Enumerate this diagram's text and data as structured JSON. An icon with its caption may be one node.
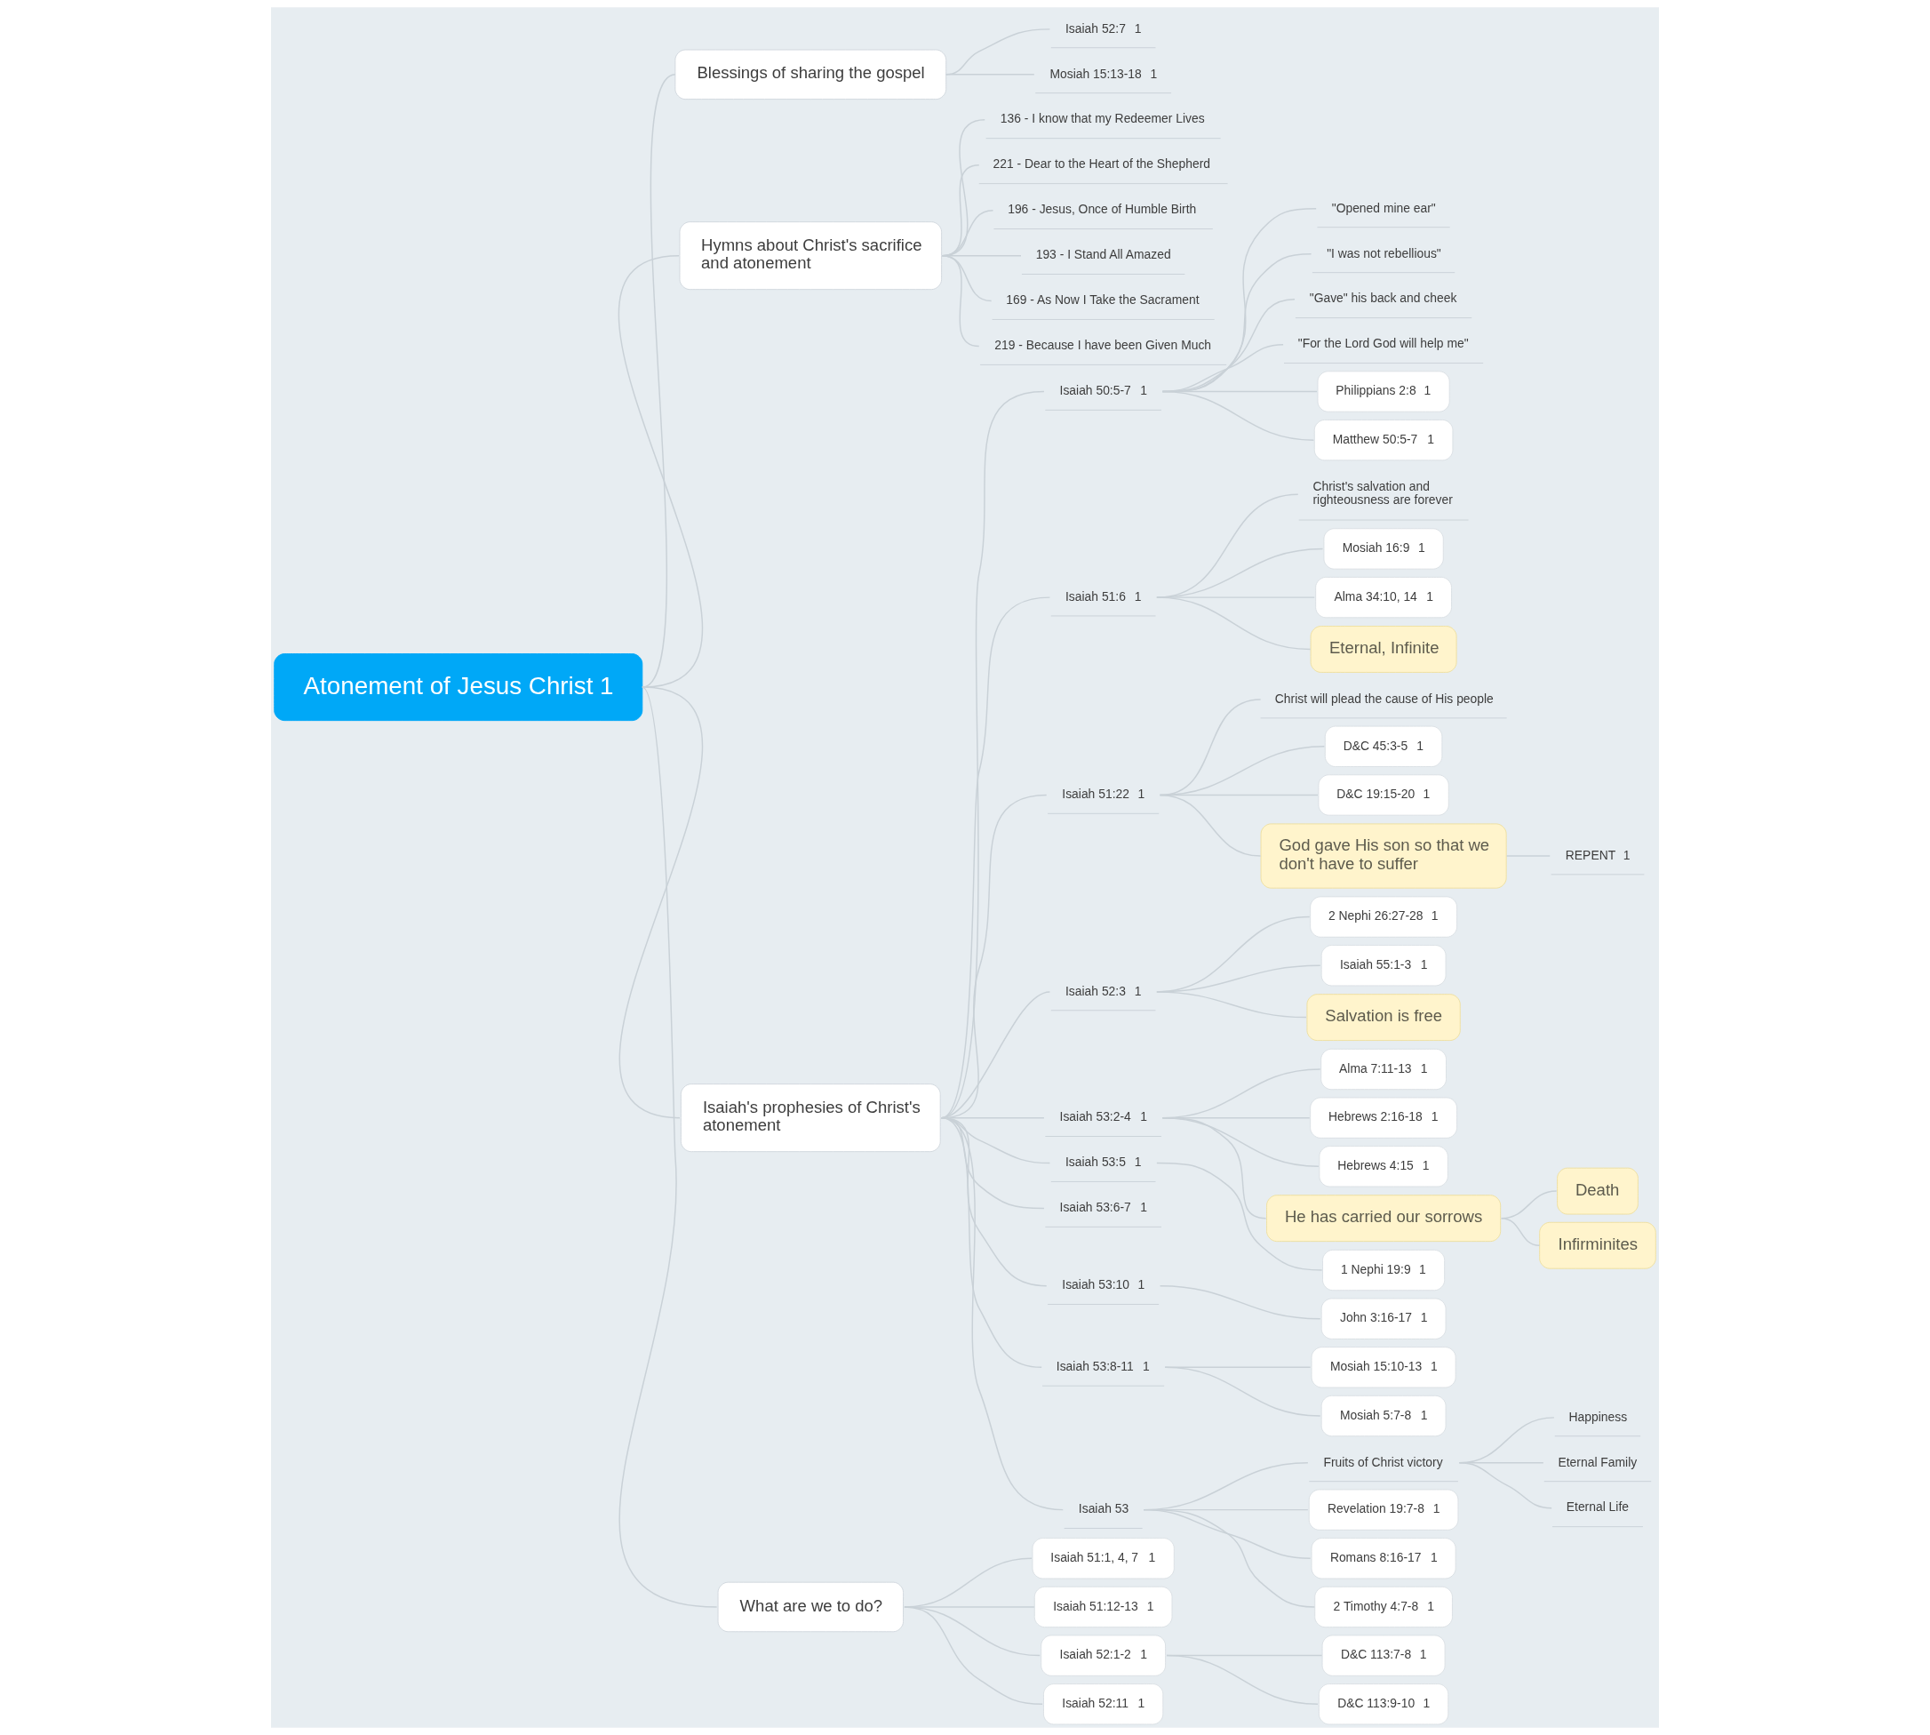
{
  "diagram": {
    "nodes": [
      {
        "text": [
          "Atonement of Jesus Christ",
          "1"
        ]
      },
      {
        "text": [
          "Blessings of sharing the gospel"
        ]
      },
      {
        "text": [
          "Isaiah 52:7",
          "1"
        ]
      },
      {
        "text": [
          "Mosiah 15:13-18",
          "1"
        ]
      },
      {
        "text": [
          "Hymns about Christ's sacrifice and atonement"
        ]
      },
      {
        "text": [
          "136 - I know that my Redeemer Lives"
        ]
      },
      {
        "text": [
          "221 - Dear to the Heart of the Shepherd"
        ]
      },
      {
        "text": [
          "196 - Jesus, Once of Humble Birth"
        ]
      },
      {
        "text": [
          "193 - I Stand All Amazed"
        ]
      },
      {
        "text": [
          "169 - As Now I Take the Sacrament"
        ]
      },
      {
        "text": [
          "219 - Because I have been Given Much"
        ]
      },
      {
        "text": [
          "Isaiah's prophesies of Christ's atonement"
        ]
      },
      {
        "text": [
          "Isaiah 50:5-7",
          "1"
        ]
      },
      {
        "text": [
          "\"Opened mine ear\""
        ]
      },
      {
        "text": [
          "\"I was not rebellious\""
        ]
      },
      {
        "text": [
          "\"Gave\" his back and cheek"
        ]
      },
      {
        "text": [
          "\"For the Lord God will help me\""
        ]
      },
      {
        "text": [
          "Philippians 2:8",
          "1"
        ]
      },
      {
        "text": [
          "Matthew 50:5-7",
          "1"
        ]
      },
      {
        "text": [
          "Isaiah 51:6",
          "1"
        ]
      },
      {
        "text": [
          "Christ's salvation and righteousness are forever"
        ]
      },
      {
        "text": [
          "Mosiah 16:9",
          "1"
        ]
      },
      {
        "text": [
          "Alma 34:10, 14",
          "1"
        ]
      },
      {
        "text": [
          "Eternal, Infinite"
        ]
      },
      {
        "text": [
          "Isaiah 51:22",
          "1"
        ]
      },
      {
        "text": [
          "Christ will plead the cause of His people"
        ]
      },
      {
        "text": [
          "D&C 45:3-5",
          "1"
        ]
      },
      {
        "text": [
          "D&C 19:15-20",
          "1"
        ]
      },
      {
        "text": [
          "God gave His son so that we don't have to suffer"
        ]
      },
      {
        "text": [
          "REPENT",
          "1"
        ]
      },
      {
        "text": [
          "Isaiah 52:3",
          "1"
        ]
      },
      {
        "text": [
          "2 Nephi 26:27-28",
          "1"
        ]
      },
      {
        "text": [
          "Isaiah 55:1-3",
          "1"
        ]
      },
      {
        "text": [
          "Salvation is free"
        ]
      },
      {
        "text": [
          "Isaiah 53:2-4",
          "1"
        ]
      },
      {
        "text": [
          "Alma 7:11-13",
          "1"
        ]
      },
      {
        "text": [
          "Hebrews 2:16-18",
          "1"
        ]
      },
      {
        "text": [
          "Hebrews 4:15",
          "1"
        ]
      },
      {
        "text": [
          "He has carried our sorrows"
        ]
      },
      {
        "text": [
          "Death"
        ]
      },
      {
        "text": [
          "Infirminites"
        ]
      },
      {
        "text": [
          "Isaiah 53:5",
          "1"
        ]
      },
      {
        "text": [
          "1 Nephi 19:9",
          "1"
        ]
      },
      {
        "text": [
          "Isaiah 53:6-7",
          "1"
        ]
      },
      {
        "text": [
          "Isaiah 53:10",
          "1"
        ]
      },
      {
        "text": [
          "John 3:16-17",
          "1"
        ]
      },
      {
        "text": [
          "Isaiah 53:8-11",
          "1"
        ]
      },
      {
        "text": [
          "Mosiah 15:10-13",
          "1"
        ]
      },
      {
        "text": [
          "Mosiah 5:7-8",
          "1"
        ]
      },
      {
        "text": [
          "Isaiah 53"
        ]
      },
      {
        "text": [
          "Fruits of Christ victory"
        ]
      },
      {
        "text": [
          "Happiness"
        ]
      },
      {
        "text": [
          "Eternal Family"
        ]
      },
      {
        "text": [
          "Eternal Life"
        ]
      },
      {
        "text": [
          "Revelation 19:7-8",
          "1"
        ]
      },
      {
        "text": [
          "Romans 8:16-17",
          "1"
        ]
      },
      {
        "text": [
          "2 Timothy 4:7-8",
          "1"
        ]
      },
      {
        "text": [
          "What are we to do?"
        ]
      },
      {
        "text": [
          "Isaiah 51:1, 4, 7",
          "1"
        ]
      },
      {
        "text": [
          "Isaiah 51:12-13",
          "1"
        ]
      },
      {
        "text": [
          "Isaiah 52:1-2",
          "1"
        ]
      },
      {
        "text": [
          "D&C 113:7-8",
          "1"
        ]
      },
      {
        "text": [
          "D&C 113:9-10",
          "1"
        ]
      },
      {
        "text": [
          "Isaiah 52:11",
          "1"
        ]
      }
    ],
    "edges": [
      {
        "from": 0,
        "to": 1,
        "arrow": "none"
      },
      {
        "from": 1,
        "to": 2,
        "arrow": "none"
      },
      {
        "from": 1,
        "to": 3,
        "arrow": "none"
      },
      {
        "from": 0,
        "to": 4,
        "arrow": "none"
      },
      {
        "from": 4,
        "to": 5,
        "arrow": "none"
      },
      {
        "from": 4,
        "to": 6,
        "arrow": "none"
      },
      {
        "from": 4,
        "to": 7,
        "arrow": "none"
      },
      {
        "from": 4,
        "to": 8,
        "arrow": "none"
      },
      {
        "from": 4,
        "to": 9,
        "arrow": "none"
      },
      {
        "from": 4,
        "to": 10,
        "arrow": "none"
      },
      {
        "from": 0,
        "to": 11,
        "arrow": "none"
      },
      {
        "from": 11,
        "to": 12,
        "arrow": "none"
      },
      {
        "from": 12,
        "to": 13,
        "arrow": "none"
      },
      {
        "from": 12,
        "to": 14,
        "arrow": "none"
      },
      {
        "from": 12,
        "to": 15,
        "arrow": "none"
      },
      {
        "from": 12,
        "to": 16,
        "arrow": "none"
      },
      {
        "from": 12,
        "to": 17,
        "arrow": "none"
      },
      {
        "from": 12,
        "to": 18,
        "arrow": "none"
      },
      {
        "from": 11,
        "to": 19,
        "arrow": "none"
      },
      {
        "from": 19,
        "to": 20,
        "arrow": "none"
      },
      {
        "from": 19,
        "to": 21,
        "arrow": "none"
      },
      {
        "from": 19,
        "to": 22,
        "arrow": "none"
      },
      {
        "from": 19,
        "to": 23,
        "arrow": "none"
      },
      {
        "from": 11,
        "to": 24,
        "arrow": "none"
      },
      {
        "from": 24,
        "to": 25,
        "arrow": "none"
      },
      {
        "from": 24,
        "to": 26,
        "arrow": "none"
      },
      {
        "from": 24,
        "to": 27,
        "arrow": "none"
      },
      {
        "from": 24,
        "to": 28,
        "arrow": "none"
      },
      {
        "from": 28,
        "to": 29,
        "arrow": "none"
      },
      {
        "from": 11,
        "to": 30,
        "arrow": "none"
      },
      {
        "from": 30,
        "to": 31,
        "arrow": "none"
      },
      {
        "from": 30,
        "to": 32,
        "arrow": "none"
      },
      {
        "from": 30,
        "to": 33,
        "arrow": "none"
      },
      {
        "from": 11,
        "to": 34,
        "arrow": "none"
      },
      {
        "from": 34,
        "to": 35,
        "arrow": "none"
      },
      {
        "from": 34,
        "to": 36,
        "arrow": "none"
      },
      {
        "from": 34,
        "to": 37,
        "arrow": "none"
      },
      {
        "from": 34,
        "to": 38,
        "arrow": "none"
      },
      {
        "from": 38,
        "to": 39,
        "arrow": "none"
      },
      {
        "from": 38,
        "to": 40,
        "arrow": "none"
      },
      {
        "from": 11,
        "to": 41,
        "arrow": "none"
      },
      {
        "from": 41,
        "to": 42,
        "arrow": "none"
      },
      {
        "from": 11,
        "to": 43,
        "arrow": "none"
      },
      {
        "from": 11,
        "to": 44,
        "arrow": "none"
      },
      {
        "from": 44,
        "to": 45,
        "arrow": "none"
      },
      {
        "from": 11,
        "to": 46,
        "arrow": "none"
      },
      {
        "from": 46,
        "to": 47,
        "arrow": "none"
      },
      {
        "from": 46,
        "to": 48,
        "arrow": "none"
      },
      {
        "from": 11,
        "to": 49,
        "arrow": "none"
      },
      {
        "from": 49,
        "to": 50,
        "arrow": "none"
      },
      {
        "from": 50,
        "to": 51,
        "arrow": "none"
      },
      {
        "from": 50,
        "to": 52,
        "arrow": "none"
      },
      {
        "from": 50,
        "to": 53,
        "arrow": "none"
      },
      {
        "from": 49,
        "to": 54,
        "arrow": "none"
      },
      {
        "from": 49,
        "to": 55,
        "arrow": "none"
      },
      {
        "from": 49,
        "to": 56,
        "arrow": "none"
      },
      {
        "from": 0,
        "to": 57,
        "arrow": "none"
      },
      {
        "from": 57,
        "to": 58,
        "arrow": "none"
      },
      {
        "from": 57,
        "to": 59,
        "arrow": "none"
      },
      {
        "from": 57,
        "to": 60,
        "arrow": "none"
      },
      {
        "from": 60,
        "to": 61,
        "arrow": "none"
      },
      {
        "from": 60,
        "to": 62,
        "arrow": "none"
      },
      {
        "from": 57,
        "to": 63,
        "arrow": "none"
      }
    ]
  }
}
